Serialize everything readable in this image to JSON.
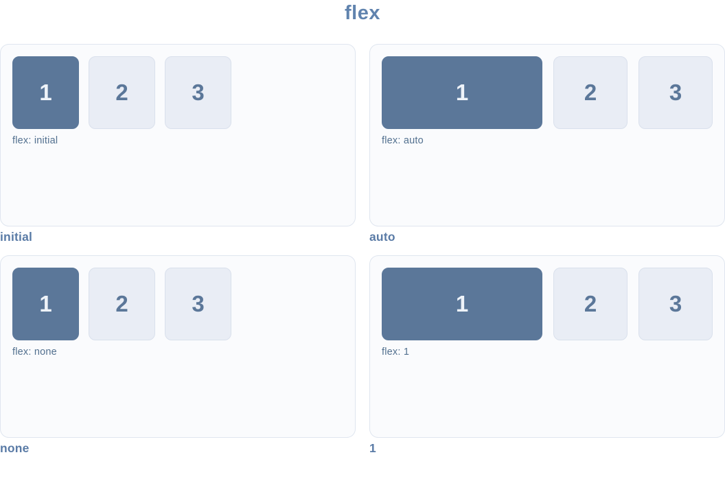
{
  "title": "flex",
  "colors": {
    "title": "#6083ae",
    "caption": "#5a7ba6",
    "flex_label": "#52708f",
    "card_bg": "#fafbfd",
    "card_border": "#dfe5ef",
    "box_primary_bg": "#5b7799",
    "box_primary_text": "#eef3f9",
    "box_muted_bg": "#e9edf5",
    "box_muted_border": "#d9e0ec",
    "box_muted_text": "#5b7799"
  },
  "panels": [
    {
      "caption": "initial",
      "flex_label": "flex: initial",
      "boxes": [
        "1",
        "2",
        "3"
      ]
    },
    {
      "caption": "auto",
      "flex_label": "flex: auto",
      "boxes": [
        "1",
        "2",
        "3"
      ]
    },
    {
      "caption": "none",
      "flex_label": "flex: none",
      "boxes": [
        "1",
        "2",
        "3"
      ]
    },
    {
      "caption": "1",
      "flex_label": "flex: 1",
      "boxes": [
        "1",
        "2",
        "3"
      ]
    }
  ]
}
